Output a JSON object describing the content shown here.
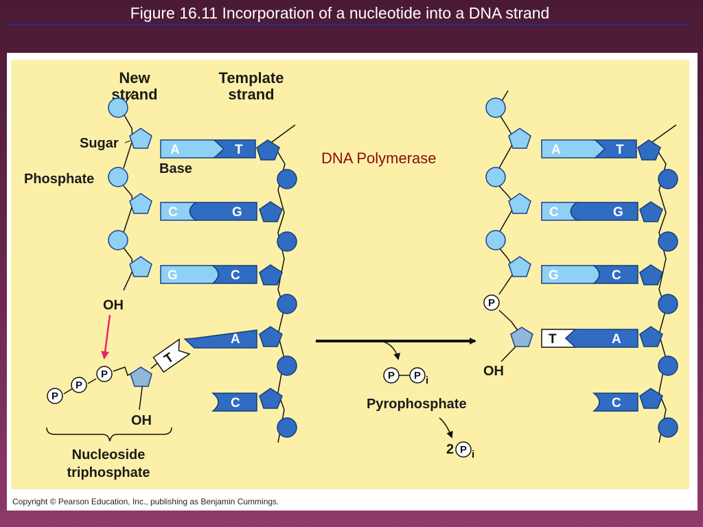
{
  "slide": {
    "title": "Figure 16.11  Incorporation of a nucleotide into a DNA strand"
  },
  "labels": {
    "new_strand_1": "New",
    "new_strand_2": "strand",
    "template_strand_1": "Template",
    "template_strand_2": "strand",
    "sugar": "Sugar",
    "phosphate": "Phosphate",
    "base": "Base",
    "oh_top": "OH",
    "oh_bottom": "OH",
    "oh_right": "OH",
    "enzyme": "DNA Polymerase",
    "pyrophosphate": "Pyrophosphate",
    "ppi_sub": "i",
    "two": "2",
    "nucleoside_1": "Nucleoside",
    "nucleoside_2": "triphosphate",
    "phosphate_letter": "P"
  },
  "bases": {
    "left_pairs": [
      {
        "new": "A",
        "template": "T"
      },
      {
        "new": "C",
        "template": "G"
      },
      {
        "new": "G",
        "template": "C"
      }
    ],
    "incoming": "T",
    "left_unpaired_template": [
      "A",
      "C"
    ],
    "right_pairs": [
      {
        "new": "A",
        "template": "T"
      },
      {
        "new": "C",
        "template": "G"
      },
      {
        "new": "G",
        "template": "C"
      },
      {
        "new": "T",
        "template": "A"
      }
    ],
    "right_unpaired_template": [
      "C"
    ]
  },
  "colors": {
    "light_blue": "#8fd0f5",
    "dark_blue": "#2f6cc2",
    "panel_bg": "#fcf0a8",
    "arrow_pink": "#e8226b",
    "enzyme_text": "#8b0a0a"
  },
  "footer": {
    "copyright": "Copyright © Pearson Education, Inc., publishing as Benjamin Cummings."
  }
}
